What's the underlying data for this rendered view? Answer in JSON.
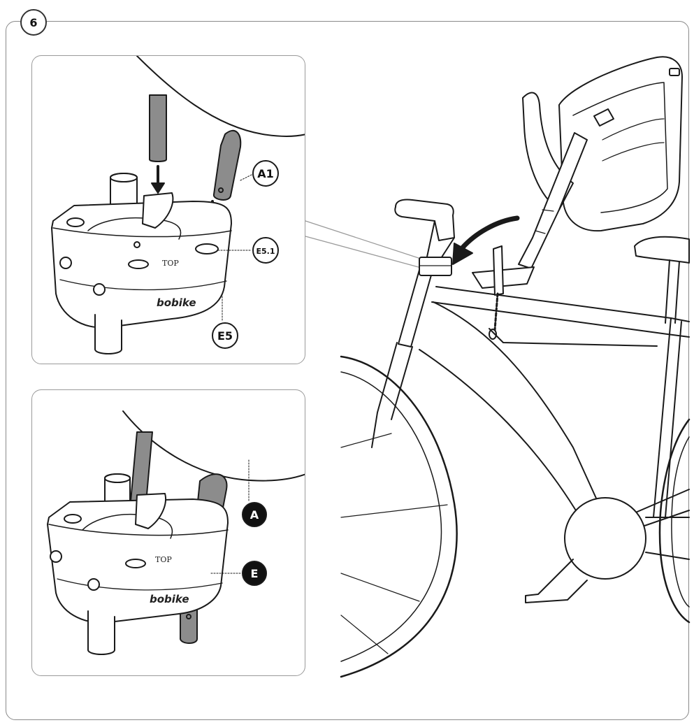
{
  "step": {
    "number": "6"
  },
  "detail_top": {
    "labels": {
      "tube": "A1",
      "hole": "E5.1",
      "bracket": "E5"
    },
    "brand": "bobike",
    "marking": "TOP"
  },
  "detail_bottom": {
    "labels": {
      "tube": "A",
      "bracket": "E"
    },
    "brand": "bobike",
    "marking": "TOP"
  },
  "colors": {
    "tube_fill": "#8c8c8c",
    "line": "#1a1a1a",
    "callout_fill": "#111111"
  }
}
